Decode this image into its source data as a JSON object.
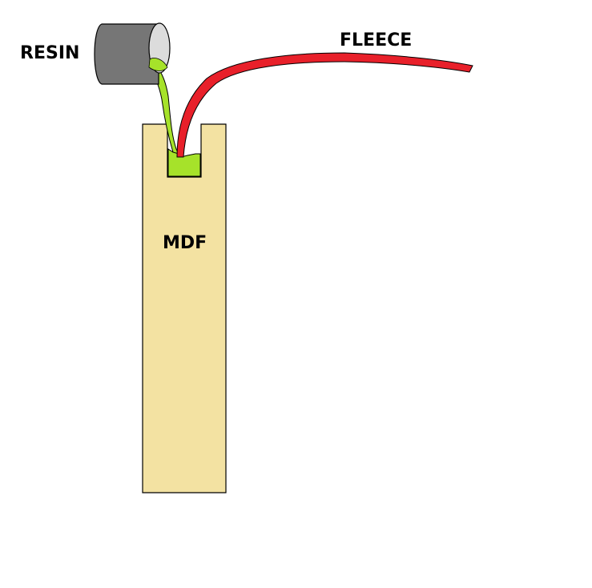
{
  "labels": {
    "resin": "RESIN",
    "fleece": "FLEECE",
    "mdf": "MDF"
  },
  "colors": {
    "background": "#ffffff",
    "mdf_fill": "#f3e2a2",
    "resin_fill": "#a6e22a",
    "fleece_fill": "#e8202a",
    "can_body": "#767676",
    "can_opening": "#dcdcdc",
    "outline": "#000000"
  },
  "parts": [
    "resin-can",
    "resin-stream",
    "fleece-strip",
    "mdf-board",
    "slot-resin-pool"
  ]
}
